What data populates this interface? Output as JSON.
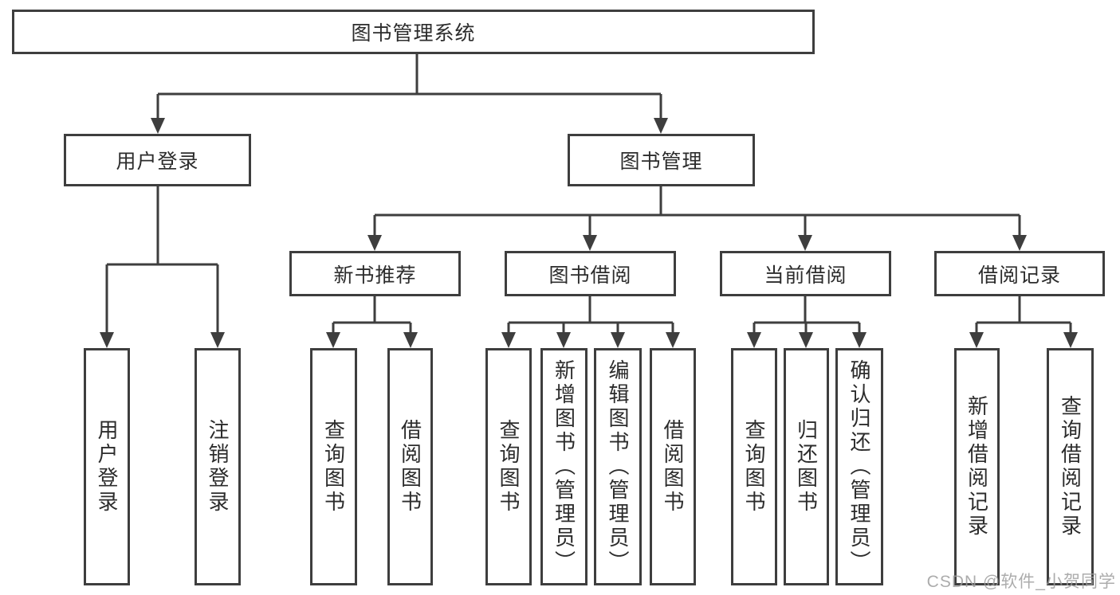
{
  "tree": {
    "root": {
      "label": "图书管理系统",
      "children": [
        {
          "label": "用户登录",
          "children": [
            {
              "label": "用户登录"
            },
            {
              "label": "注销登录"
            }
          ]
        },
        {
          "label": "图书管理",
          "children": [
            {
              "label": "新书推荐",
              "children": [
                {
                  "label": "查询图书"
                },
                {
                  "label": "借阅图书"
                }
              ]
            },
            {
              "label": "图书借阅",
              "children": [
                {
                  "label": "查询图书"
                },
                {
                  "label": "新增图书（管理员）"
                },
                {
                  "label": "编辑图书（管理员）"
                },
                {
                  "label": "借阅图书"
                }
              ]
            },
            {
              "label": "当前借阅",
              "children": [
                {
                  "label": "查询图书"
                },
                {
                  "label": "归还图书"
                },
                {
                  "label": "确认归还（管理员）"
                }
              ]
            },
            {
              "label": "借阅记录",
              "children": [
                {
                  "label": "新增借阅记录"
                },
                {
                  "label": "查询借阅记录"
                }
              ]
            }
          ]
        }
      ]
    }
  },
  "watermark": {
    "text": "CSDN @软件_小贺同学"
  },
  "colors": {
    "line": "#3e3e3e",
    "text": "#2c2c2c",
    "box_background": "#ffffff",
    "watermark": "#9e9e9e",
    "background": "#ffffff"
  }
}
